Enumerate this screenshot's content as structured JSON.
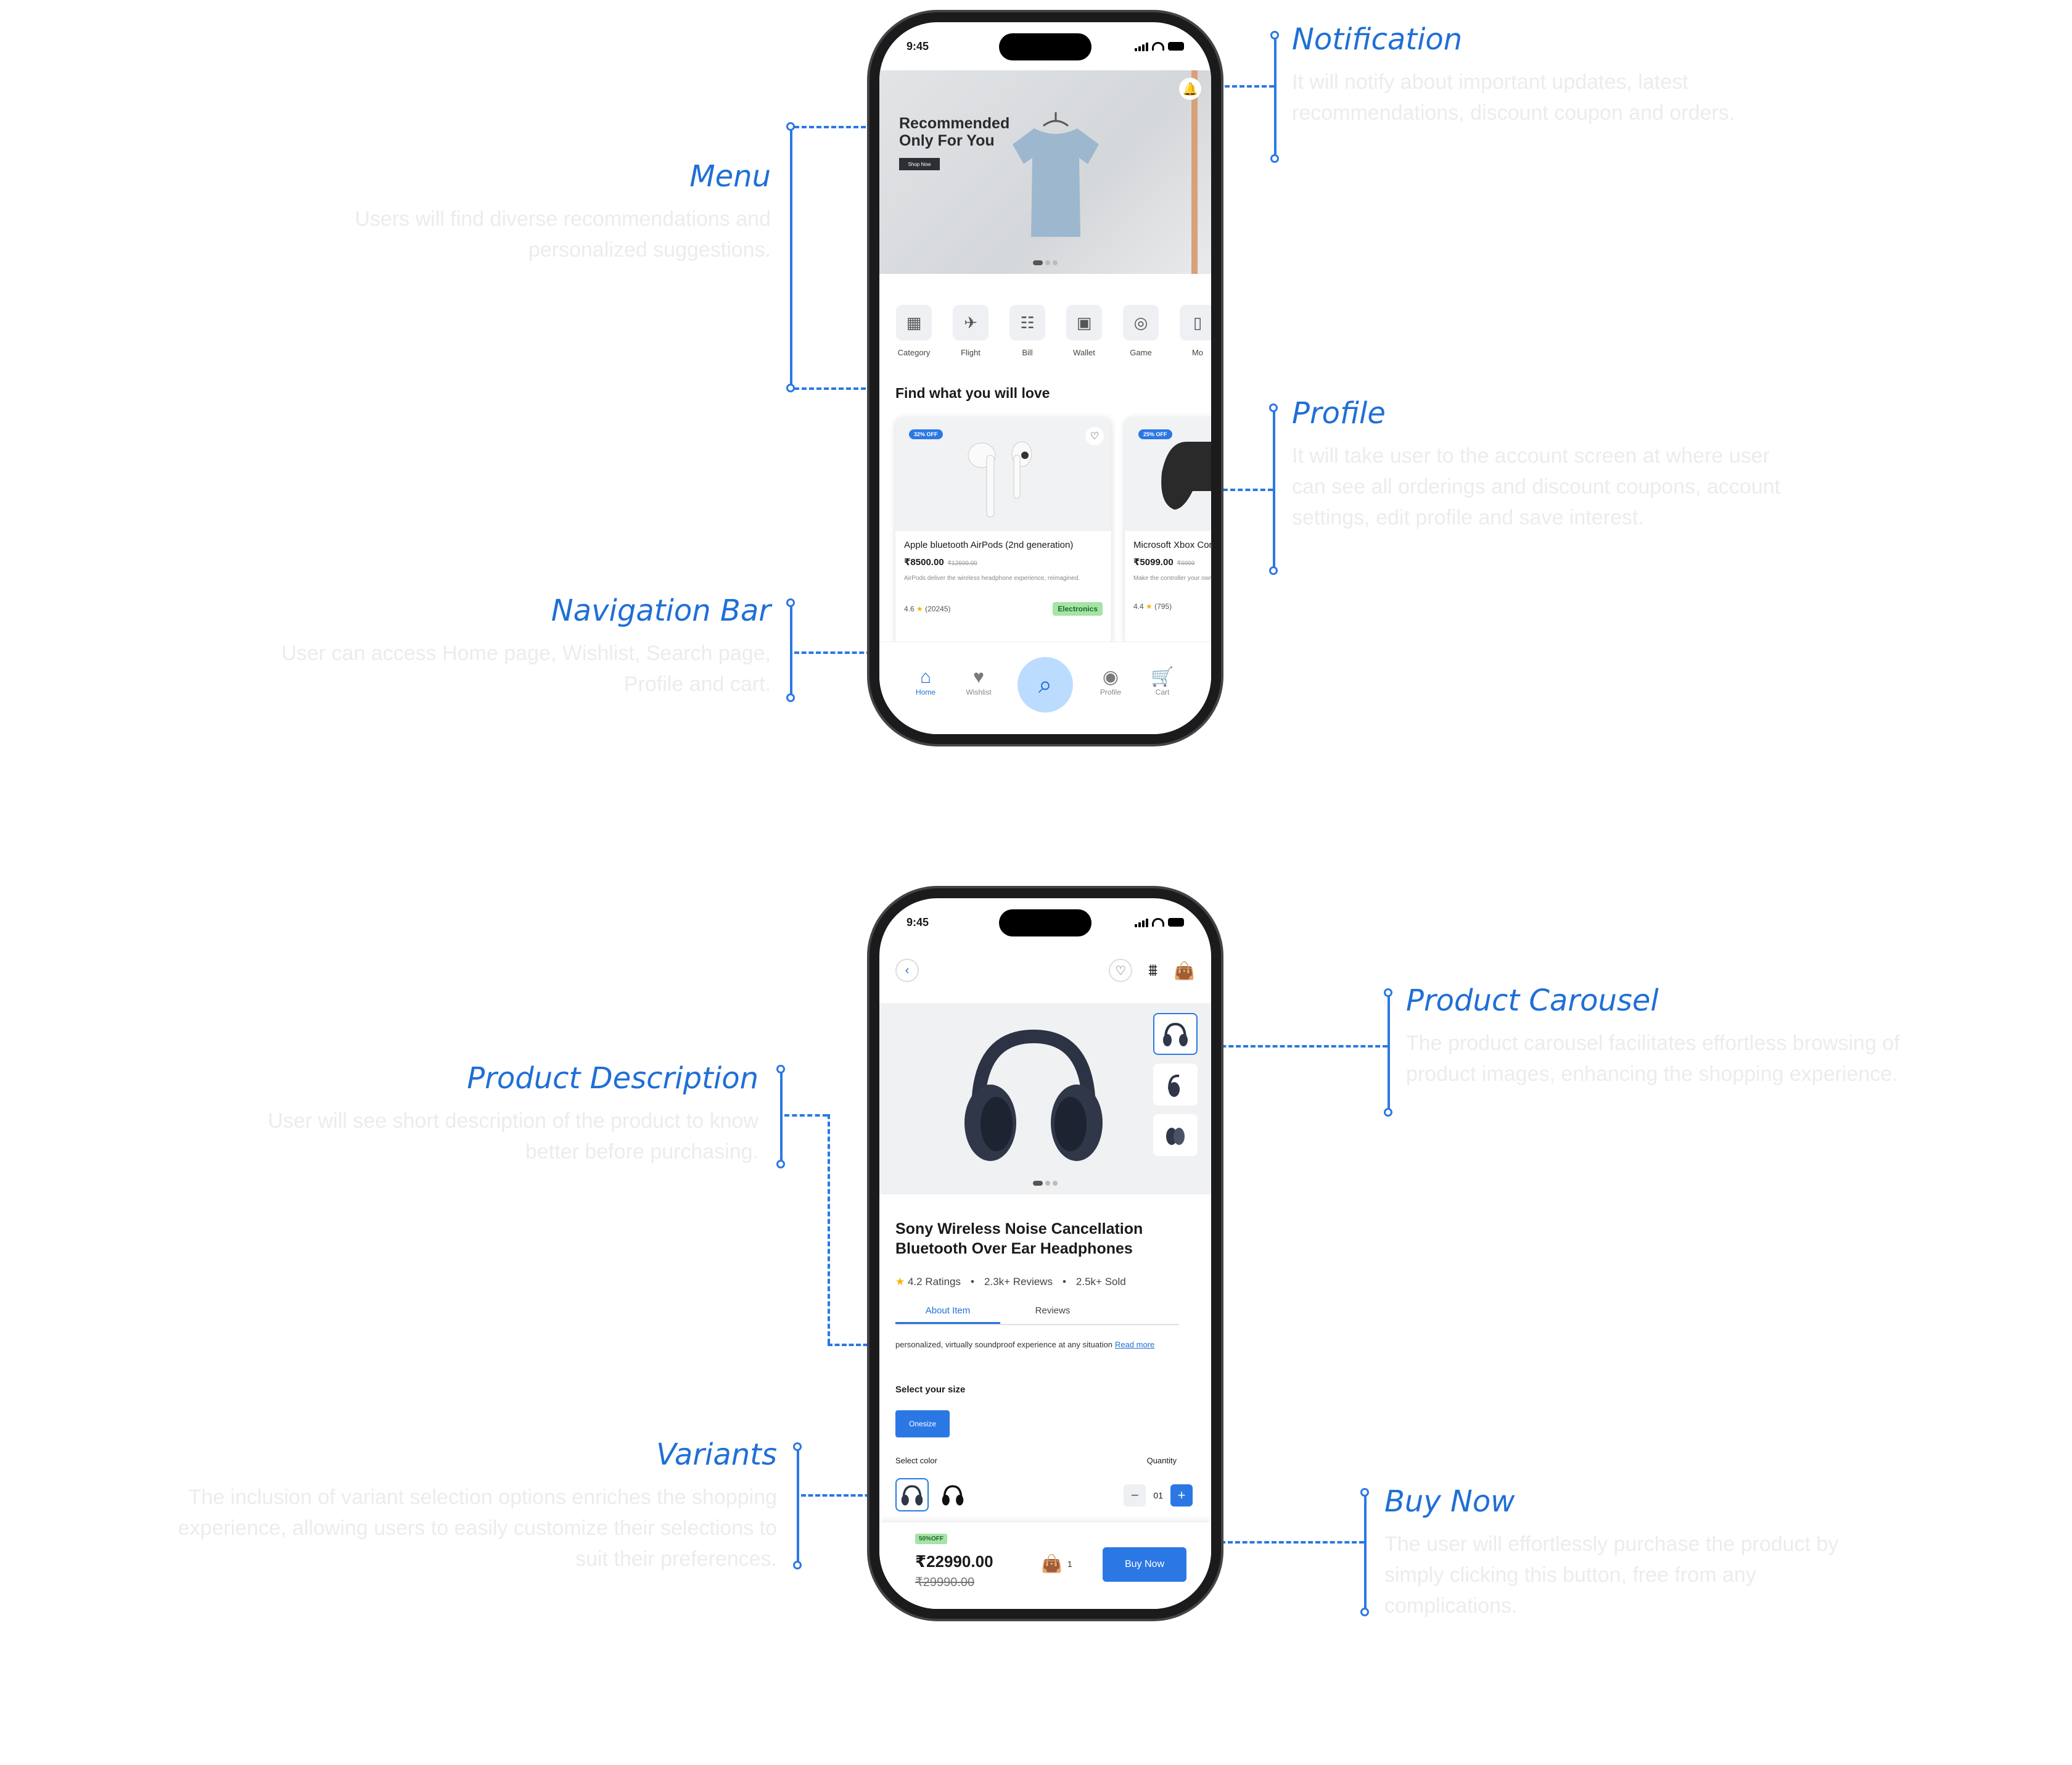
{
  "status": {
    "time": "9:45"
  },
  "home": {
    "banner": {
      "title": "Recommended Only For You",
      "button": "Shop Now"
    },
    "menu": [
      {
        "label": "Category",
        "icon": "category-icon"
      },
      {
        "label": "Flight",
        "icon": "flight-icon"
      },
      {
        "label": "Bill",
        "icon": "bill-icon"
      },
      {
        "label": "Wallet",
        "icon": "wallet-icon"
      },
      {
        "label": "Game",
        "icon": "game-icon"
      },
      {
        "label": "Mo",
        "icon": "more-icon"
      }
    ],
    "section_title": "Find what you will love",
    "products": [
      {
        "badge": "32% OFF",
        "name": "Apple bluetooth AirPods (2nd generation)",
        "price": "₹8500.00",
        "old_price": "₹12600.00",
        "desc": "AirPods deliver the wireless headphone experience, reimagined.",
        "rating": "4.6",
        "reviews": "(20245)",
        "tag": "Electronics"
      },
      {
        "badge": "25% OFF",
        "name": "Microsoft Xbox Controller Carbon",
        "price": "₹5099.00",
        "old_price": "₹6999",
        "desc": "Make the controller your own with button Mapping with the",
        "rating": "4.4",
        "reviews": "(795)"
      }
    ],
    "nav": {
      "home": "Home",
      "wishlist": "Wishlist",
      "profile": "Profile",
      "cart": "Cart"
    }
  },
  "detail": {
    "title": "Sony Wireless Noise Cancellation Bluetooth Over Ear Headphones",
    "ratings": "4.2 Ratings",
    "reviews": "2.3k+ Reviews",
    "sold": "2.5k+ Sold",
    "tabs": {
      "about": "About Item",
      "reviews": "Reviews"
    },
    "description": "personalized, virtually soundproof experience at any situation",
    "read_more": "Read more",
    "size_label": "Select your size",
    "size_value": "Onesize",
    "color_label": "Select color",
    "quantity_label": "Quantity",
    "quantity": "01",
    "discount": "50%OFF",
    "price": "₹22990.00",
    "old_price": "₹29990.00",
    "cart_count": "1",
    "buy_label": "Buy Now"
  },
  "annotations": {
    "notification": {
      "title": "Notification",
      "desc": "It will notify about important updates, latest recommendations, discount coupon and orders."
    },
    "menu": {
      "title": "Menu",
      "desc": "Users will find diverse recommendations and personalized suggestions."
    },
    "profile": {
      "title": "Profile",
      "desc": "It will take user to the account screen at where user can see all orderings and discount coupons, account settings, edit profile and save interest."
    },
    "navbar": {
      "title": "Navigation Bar",
      "desc": "User can access Home page, Wishlist, Search page, Profile and cart."
    },
    "carousel": {
      "title": "Product Carousel",
      "desc": "The product carousel facilitates effortless browsing of product images, enhancing the shopping experience."
    },
    "description": {
      "title": "Product Description",
      "desc": "User will see short description of the product to know better before purchasing."
    },
    "variants": {
      "title": "Variants",
      "desc": "The inclusion of variant selection options enriches the shopping experience, allowing users to easily customize their selections to suit their preferences."
    },
    "buynow": {
      "title": "Buy Now",
      "desc": "The user will effortlessly purchase the product by simply clicking this button, free from any complications."
    }
  }
}
